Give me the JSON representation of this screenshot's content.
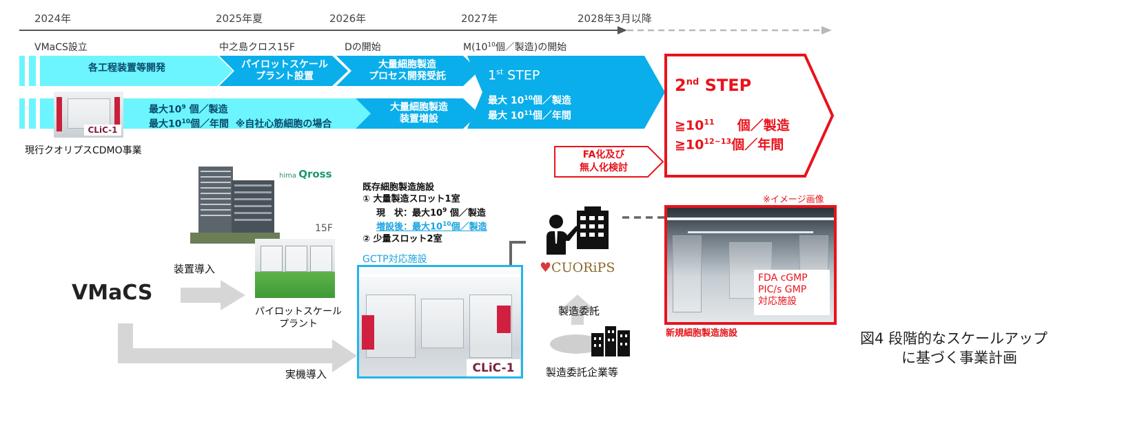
{
  "timeline": {
    "years": [
      "2024年",
      "2025年夏",
      "2026年",
      "2027年",
      "2028年3月以降"
    ],
    "milestones": [
      "VMaCS設立",
      "中之島クロス15F",
      "Dの開始",
      "M(10",
      "10",
      "個／製造)の開始"
    ]
  },
  "row1": {
    "a": "各工程装置等開発",
    "b1": "パイロットスケール",
    "b2": "プラント設置",
    "c1": "大量細胞製造",
    "c2": "プロセス開発受託"
  },
  "row2": {
    "l1a": "最大10",
    "l1sup": "9",
    "l1b": " 個／製造",
    "l2a": "最大10",
    "l2sup": "10",
    "l2b": "個／年間",
    "note": "※自社心筋細胞の場合",
    "c1": "大量細胞製造",
    "c2": "装置増設"
  },
  "current_label": "現行クオリプスCDMO事業",
  "clic_logo": "CLiC-1",
  "step1": {
    "title": "1",
    "title_sup": "st",
    "title_rest": " STEP",
    "l1a": "最大 10",
    "l1sup": "10",
    "l1b": "個／製造",
    "l2a": "最大 10",
    "l2sup": "11",
    "l2b": "個／年間"
  },
  "step2": {
    "title": "2",
    "title_sup": "nd",
    "title_rest": " STEP",
    "l1a": "≧10",
    "l1sup": "11",
    "l1b": "個／製造",
    "l2a": "≧10",
    "l2sup": "12~13",
    "l2b": "個／年間"
  },
  "fa": {
    "l1": "FA化及び",
    "l2": "無人化検討"
  },
  "image_note": "※イメージ画像",
  "new_facility": {
    "label": "新規細胞製造施設",
    "overlay1": "FDA cGMP",
    "overlay2": "PIC/s GMP",
    "overlay3": "対応施設"
  },
  "nakanoshima": {
    "prefix": "Nakanoshima",
    "brand": "Qross"
  },
  "floor_15f": "15F",
  "existing": {
    "title": "既存細胞製造施設",
    "l1": "① 大量製造スロット1室",
    "l2a": "現　状：最大10",
    "l2sup": "9",
    "l2b": " 個／製造",
    "l3a": "増設後：最大10",
    "l3sup": "10",
    "l3b": "個／製造",
    "l4": "② 少量スロット2室"
  },
  "gctp": "GCTP対応施設",
  "vmacs": "VMaCS",
  "device_intro": "装置導入",
  "pilot_label1": "パイロットスケール",
  "pilot_label2": "プラント",
  "real_intro": "実機導入",
  "cuorips": "CUORiPS",
  "consign": "製造委託",
  "consign_companies": "製造委託企業等",
  "caption1": "図4  段階的なスケールアップ",
  "caption2": "に基づく事業計画",
  "colors": {
    "cyan": "#6cf5ff",
    "blue": "#0aaeea",
    "red": "#e8131b",
    "gray": "#d6d6d6"
  }
}
